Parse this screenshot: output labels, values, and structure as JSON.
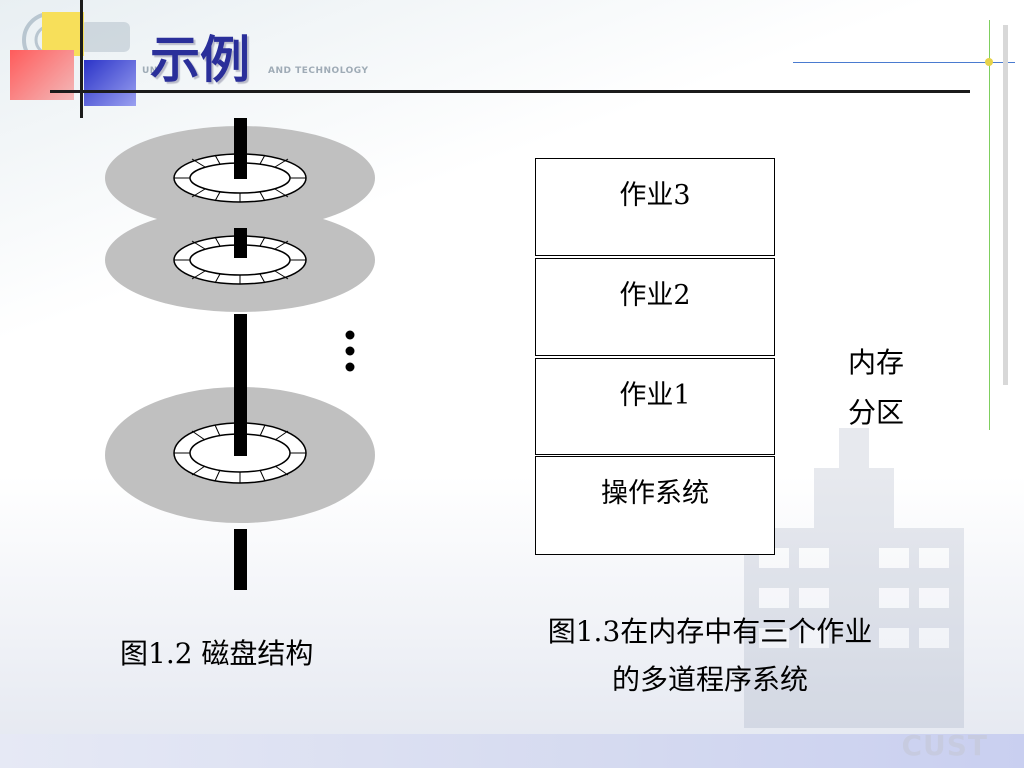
{
  "slide": {
    "title": "示例",
    "university_en_left": "UN",
    "university_en_right": "AND TECHNOLOGY",
    "logo": "CUST"
  },
  "disk_figure": {
    "platters": 3,
    "ellipsis": "⋮",
    "caption": "图1.2 磁盘结构"
  },
  "memory_figure": {
    "partitions": [
      "作业3",
      "作业2",
      "作业1",
      "操作系统"
    ],
    "side_label_line1": "内存",
    "side_label_line2": "分区",
    "caption_line1": "图1.3在内存中有三个作业",
    "caption_line2": "的多道程序系统"
  },
  "colors": {
    "title": "#2a2f9a",
    "platter": "#c0c0c0",
    "spindle": "#000000"
  }
}
